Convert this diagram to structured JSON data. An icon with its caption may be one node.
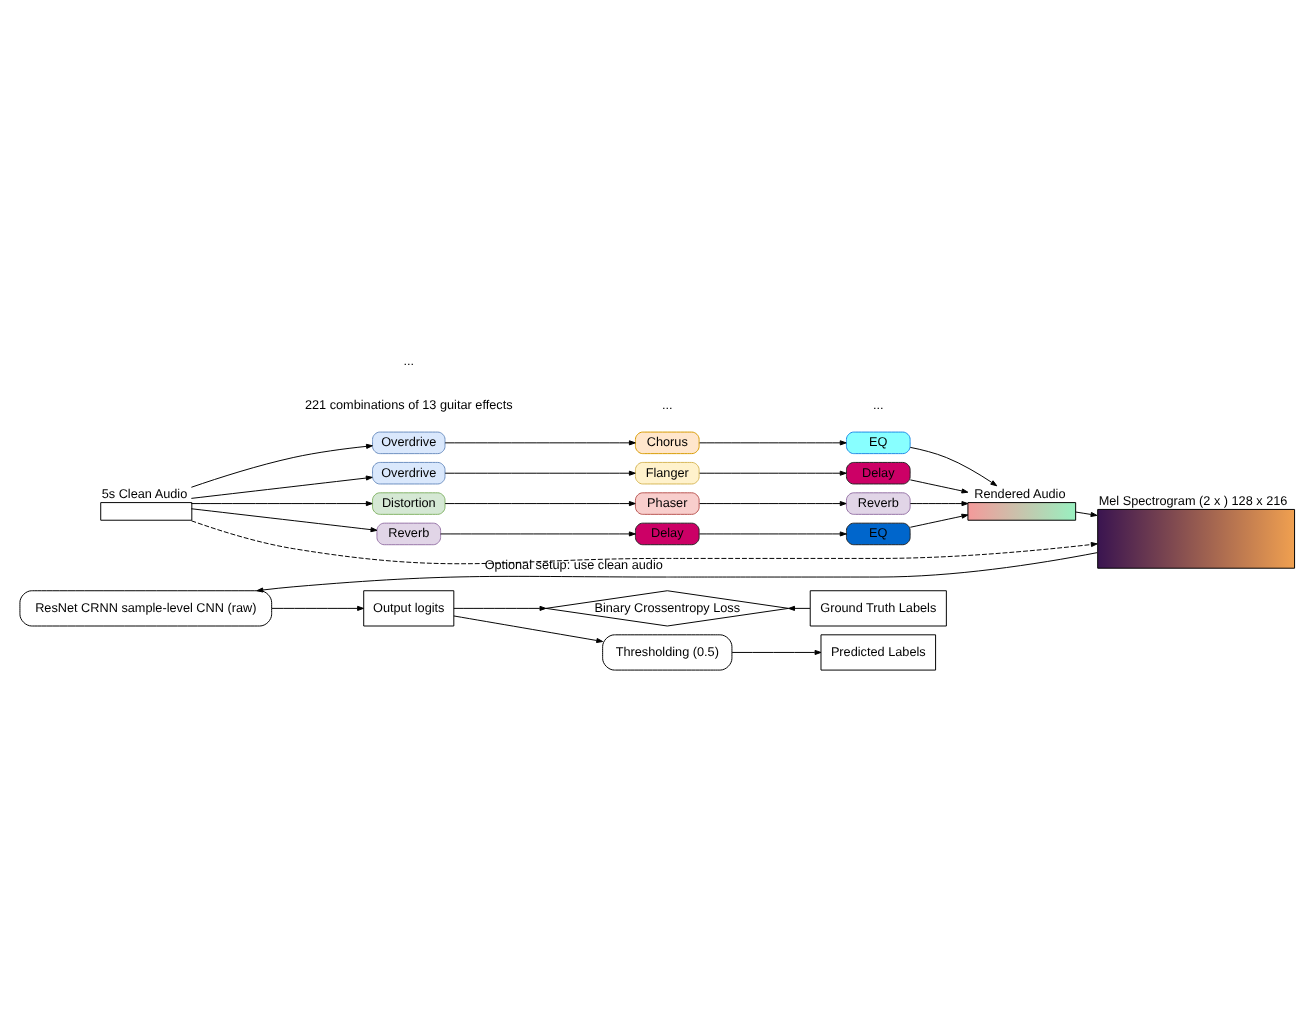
{
  "diagram": {
    "nodes": [
      {
        "text": [
          "5s Clean Audio"
        ]
      },
      {
        "text": [
          "Overdrive"
        ]
      },
      {
        "text": [
          "Chorus"
        ]
      },
      {
        "text": [
          "EQ"
        ]
      },
      {
        "text": [
          "Overdrive"
        ]
      },
      {
        "text": [
          "Flanger"
        ]
      },
      {
        "text": [
          "Delay"
        ]
      },
      {
        "text": [
          "Distortion"
        ]
      },
      {
        "text": [
          "Phaser"
        ]
      },
      {
        "text": [
          "Reverb"
        ]
      },
      {
        "text": [
          "Reverb"
        ]
      },
      {
        "text": [
          "Delay"
        ]
      },
      {
        "text": [
          "EQ"
        ]
      },
      {
        "text": [
          "Rendered Audio"
        ]
      },
      {
        "text": [
          "Mel Spectrogram (2 x ) 128 x 216"
        ]
      },
      {
        "text": [
          "ResNet CRNN sample-level CNN (raw)"
        ]
      },
      {
        "text": [
          "Output logits"
        ]
      },
      {
        "text": [
          "Binary Crossentropy Loss"
        ]
      },
      {
        "text": [
          "Ground Truth Labels"
        ]
      },
      {
        "text": [
          "Thresholding (0.5)"
        ]
      },
      {
        "text": [
          "Predicted Labels"
        ]
      }
    ],
    "edges": [
      {
        "from": 0,
        "to": 1,
        "arrow": "to"
      },
      {
        "from": 0,
        "to": 4,
        "arrow": "to"
      },
      {
        "from": 0,
        "to": 7,
        "arrow": "to"
      },
      {
        "from": 0,
        "to": 10,
        "arrow": "to"
      },
      {
        "from": 1,
        "to": 2,
        "arrow": "to"
      },
      {
        "from": 2,
        "to": 3,
        "arrow": "to"
      },
      {
        "from": 4,
        "to": 5,
        "arrow": "to"
      },
      {
        "from": 5,
        "to": 6,
        "arrow": "to"
      },
      {
        "from": 7,
        "to": 8,
        "arrow": "to"
      },
      {
        "from": 8,
        "to": 9,
        "arrow": "to"
      },
      {
        "from": 10,
        "to": 11,
        "arrow": "to"
      },
      {
        "from": 11,
        "to": 12,
        "arrow": "to"
      },
      {
        "from": 3,
        "to": 13,
        "arrow": "to"
      },
      {
        "from": 6,
        "to": 13,
        "arrow": "to"
      },
      {
        "from": 9,
        "to": 13,
        "arrow": "to"
      },
      {
        "from": 12,
        "to": 13,
        "arrow": "to"
      },
      {
        "from": 13,
        "to": 14,
        "arrow": "to"
      },
      {
        "from": 0,
        "to": 14,
        "arrow": "to",
        "style": "dashed",
        "label": "Optional setup: use clean audio"
      },
      {
        "from": 14,
        "to": 15,
        "arrow": "to"
      },
      {
        "from": 15,
        "to": 16,
        "arrow": "to"
      },
      {
        "from": 16,
        "to": 17,
        "arrow": "to"
      },
      {
        "from": 16,
        "to": 19,
        "arrow": "to"
      },
      {
        "from": 18,
        "to": 17,
        "arrow": "to"
      },
      {
        "from": 19,
        "to": 20,
        "arrow": "to"
      }
    ],
    "labels": [
      "221 combinations of 13 guitar effects",
      "...",
      "...",
      "..."
    ]
  }
}
